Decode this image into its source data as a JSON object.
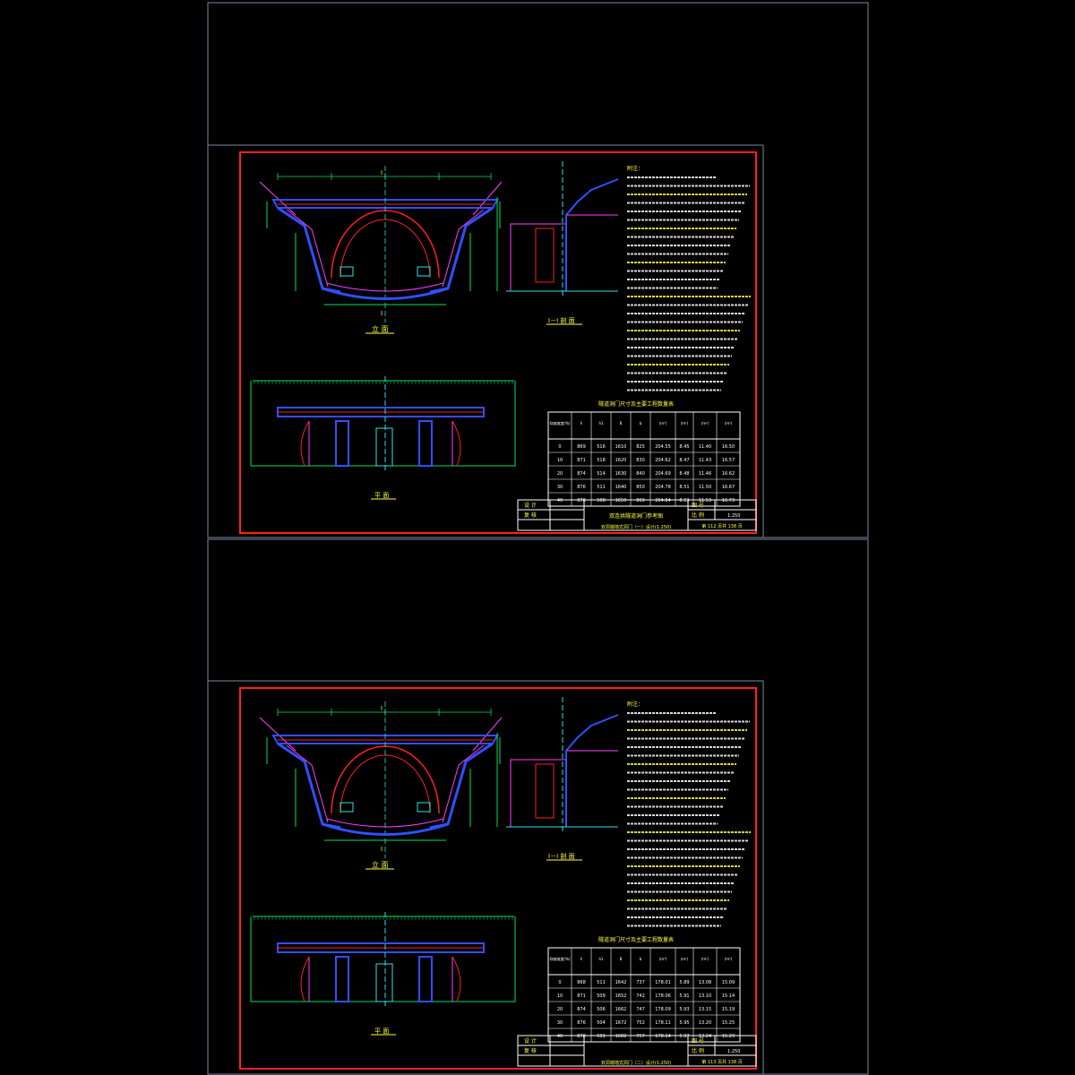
{
  "sheets": [
    {
      "view_labels": {
        "elevation": "立 面",
        "section": "Ⅰ－Ⅰ 剖 面",
        "plan": "平 面",
        "cut_mark": "Ⅰ"
      },
      "notes_header": "附注：",
      "table": {
        "title": "隧道洞门尺寸及主要工程数量表",
        "headers": [
          "仰坡坡度(%)",
          "h",
          "h1",
          "B",
          "b",
          "(m³)",
          "(m²)",
          "(m²)",
          "(m³)"
        ],
        "rows": [
          [
            "0",
            "869",
            "516",
            "1610",
            "825",
            "204.55",
            "8.45",
            "11.40",
            "16.50"
          ],
          [
            "10",
            "871",
            "518",
            "1620",
            "830",
            "204.62",
            "8.47",
            "11.43",
            "16.57"
          ],
          [
            "20",
            "874",
            "514",
            "1630",
            "840",
            "204.69",
            "8.48",
            "11.46",
            "16.62"
          ],
          [
            "30",
            "876",
            "511",
            "1640",
            "850",
            "204.78",
            "8.51",
            "11.50",
            "16.67"
          ],
          [
            "40",
            "878",
            "508",
            "1650",
            "860",
            "204.84",
            "8.53",
            "11.53",
            "16.73"
          ]
        ]
      },
      "title_block": {
        "design": "设 计",
        "review": "复 核",
        "project": "双连拱隧道洞门参考图",
        "drawing": "双洞端墙式洞门（一）设计(1:250)",
        "chart_no_label": "图 号",
        "scale_label": "比 例",
        "scale": "1:250",
        "page": "第 112 页共 138 页"
      }
    },
    {
      "view_labels": {
        "elevation": "立 面",
        "section": "Ⅰ－Ⅰ 剖 面",
        "plan": "平 面",
        "cut_mark": "Ⅰ"
      },
      "notes_header": "附注：",
      "table": {
        "title": "隧道洞门尺寸及主要工程数量表",
        "headers": [
          "仰坡坡度(%)",
          "h",
          "h1",
          "B",
          "b",
          "(m³)",
          "(m²)",
          "(m²)",
          "(m³)"
        ],
        "rows": [
          [
            "0",
            "868",
            "511",
            "1642",
            "737",
            "178.01",
            "5.89",
            "13.08",
            "15.09"
          ],
          [
            "10",
            "871",
            "509",
            "1652",
            "742",
            "178.06",
            "5.91",
            "13.10",
            "15.14"
          ],
          [
            "20",
            "874",
            "506",
            "1662",
            "747",
            "178.09",
            "5.93",
            "13.15",
            "15.19"
          ],
          [
            "30",
            "876",
            "504",
            "1672",
            "752",
            "178.11",
            "5.95",
            "13.20",
            "15.25"
          ],
          [
            "40",
            "878",
            "501",
            "1682",
            "757",
            "178.14",
            "5.97",
            "13.24",
            "15.29"
          ]
        ]
      },
      "title_block": {
        "design": "设 计",
        "review": "复 核",
        "project": "",
        "drawing": "双洞端墙式洞门（二）设计(1:250)",
        "chart_no_label": "图 号",
        "scale_label": "比 例",
        "scale": "1:250",
        "page": "第 113 页共 138 页"
      }
    }
  ],
  "colors": {
    "background": "#000000",
    "frame_outer": "#7a8aa0",
    "frame_red": "#ff2020",
    "line_blue": "#3050ff",
    "line_green": "#00e060",
    "line_cyan": "#30e0e0",
    "line_magenta": "#ff40ff",
    "line_red": "#ff2020",
    "text_yellow": "#ffff40",
    "text_white": "#ffffff",
    "text_cyan": "#30e0e0"
  }
}
